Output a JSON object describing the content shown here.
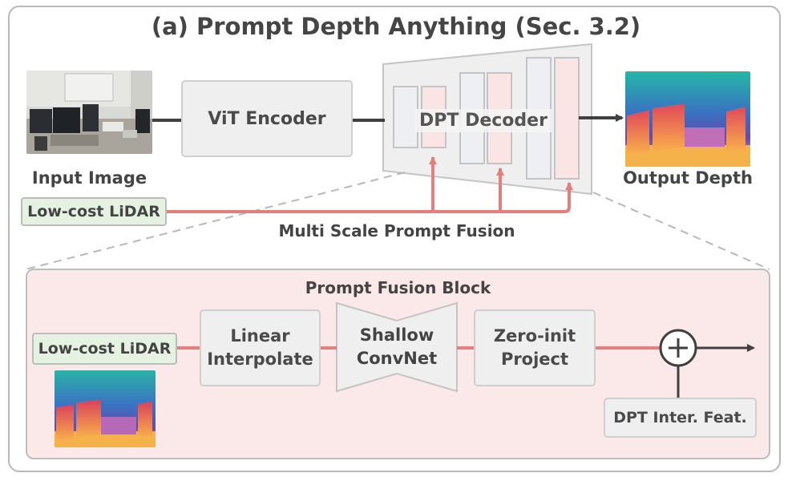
{
  "title": "(a) Prompt Depth Anything (Sec. 3.2)",
  "top": {
    "input_image_label": "Input Image",
    "vit_encoder": "ViT Encoder",
    "dpt_decoder": "DPT Decoder",
    "output_depth_label": "Output Depth",
    "lidar": "Low-cost LiDAR",
    "multi_scale": "Multi Scale Prompt Fusion"
  },
  "block": {
    "title": "Prompt Fusion Block",
    "lidar": "Low-cost LiDAR",
    "linear_line1": "Linear",
    "linear_line2": "Interpolate",
    "shallow_line1": "Shallow",
    "shallow_line2": "ConvNet",
    "zero_line1": "Zero-init",
    "zero_line2": "Project",
    "plus": "+",
    "dpt_feat": "DPT Inter. Feat."
  },
  "colors": {
    "prompt_line": "#e37f7f",
    "arrow": "#404040",
    "panel": "#fbe9e9",
    "lidar_box": "#e5f1e1"
  }
}
